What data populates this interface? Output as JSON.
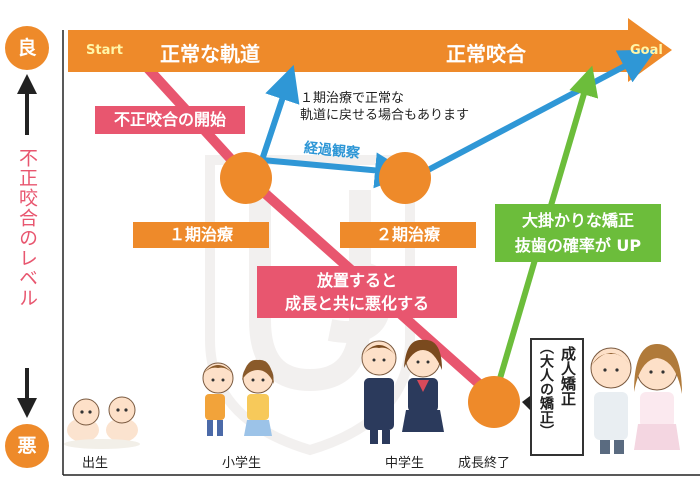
{
  "colors": {
    "orange": "#ee8a2a",
    "red": "#e8566f",
    "blue": "#2f97d6",
    "green": "#6cbd3b",
    "label_orange": "#ee8a2a",
    "axis": "#222222"
  },
  "axis": {
    "top_label": "良",
    "bottom_label": "悪",
    "vertical_title": "不正咬合のレベル"
  },
  "top_arrow": {
    "start": "Start",
    "goal": "Goal",
    "left_label": "正常な軌道",
    "right_label": "正常咬合"
  },
  "labels": {
    "bad_start": "不正咬合の開始",
    "note_line1": "１期治療で正常な",
    "note_line2": "軌道に戻せる場合もあります",
    "observe": "経過観察",
    "phase1": "１期治療",
    "phase2": "２期治療",
    "neglect_line1": "放置すると",
    "neglect_line2": "成長と共に悪化する",
    "big_line1": "大掛かりな矯正",
    "big_line2": "抜歯の確率が UP",
    "adult_line1": "成人矯正",
    "adult_line2": "（大人の矯正）"
  },
  "timeline": {
    "birth": "出生",
    "elementary": "小学生",
    "junior_high": "中学生",
    "growth_end": "成長終了"
  },
  "icons": [
    "baby-twins-icon",
    "elementary-children-icon",
    "junior-high-students-icon",
    "adult-couple-icon",
    "watermark-crest-icon"
  ]
}
